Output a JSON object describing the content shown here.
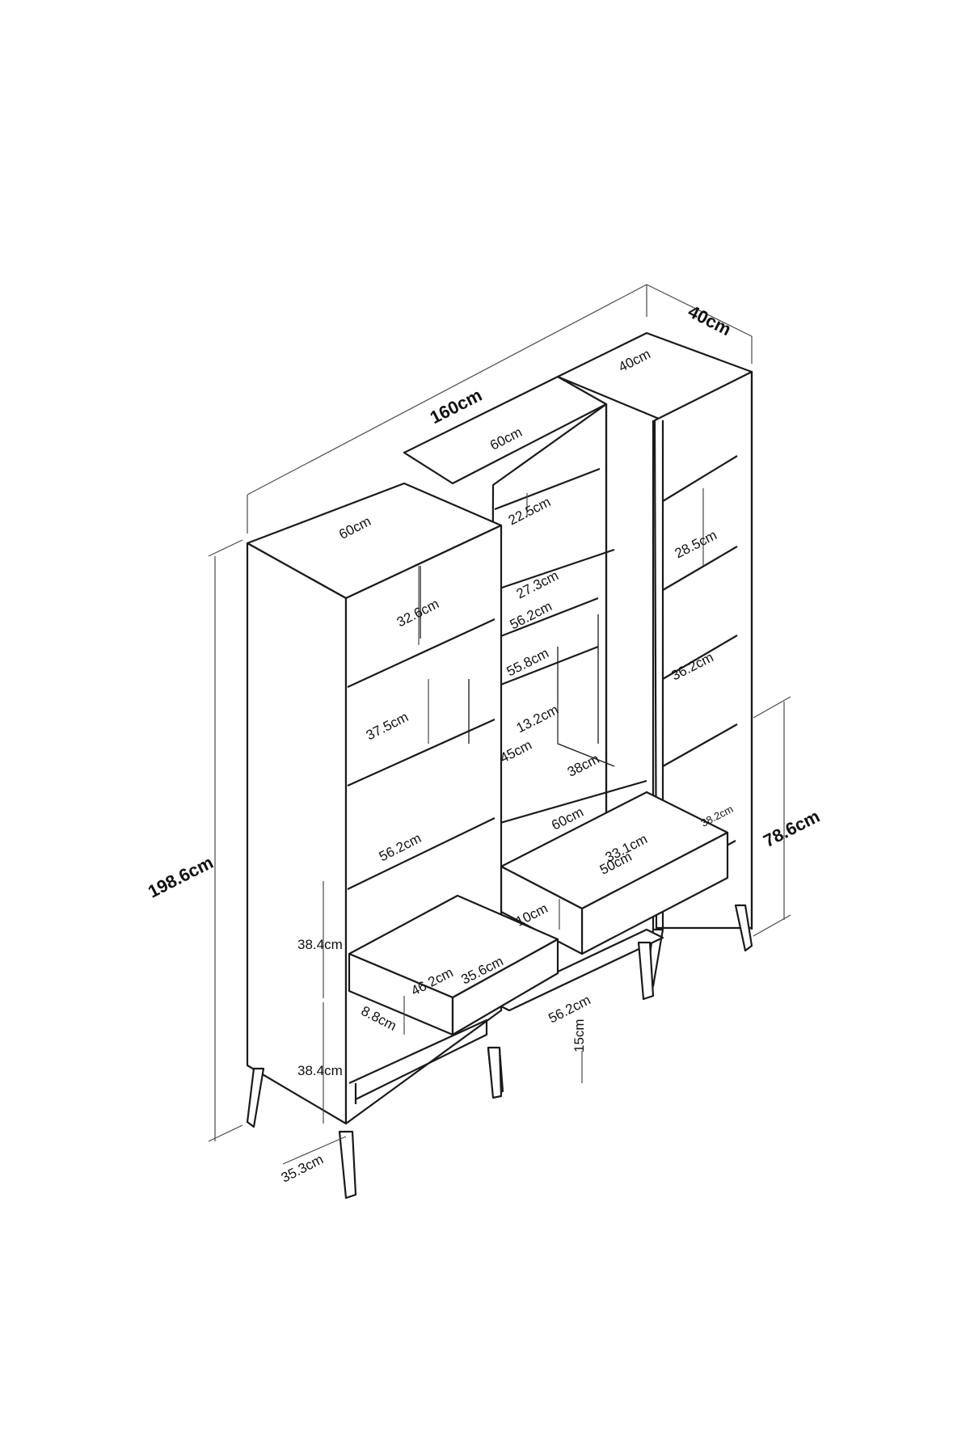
{
  "diagram": {
    "overall": {
      "width": "160cm",
      "depth": "40cm",
      "height": "198.6cm",
      "side_height": "78.6cm"
    },
    "left_unit": {
      "top_width": "60cm",
      "shelf_1": "32.6cm",
      "shelf_2": "37.5cm",
      "shelf_width": "56.2cm",
      "drawer_height_upper": "38.4cm",
      "drawer_height_lower": "38.4cm",
      "drawer_inner_width": "46.2cm",
      "drawer_inner_depth": "35.6cm",
      "drawer_front": "8.8cm",
      "leg_depth": "35.3cm"
    },
    "middle_unit": {
      "top_width": "60cm",
      "shelf_1": "22.5cm",
      "shelf_2": "27.3cm",
      "shelf_width_1": "56.2cm",
      "shelf_width_2": "55.8cm",
      "gap": "13.2cm",
      "opening": "45cm",
      "depth": "38cm",
      "bottom_width": "60cm",
      "drawer_inner_depth": "33.1cm",
      "drawer_inner_width": "50cm",
      "drawer_height": "10cm",
      "base_width": "56.2cm",
      "leg_height": "15cm"
    },
    "right_unit": {
      "top_width": "40cm",
      "shelf_1": "28.5cm",
      "shelf_2": "36.2cm",
      "drawer_depth": "38.2cm"
    }
  }
}
